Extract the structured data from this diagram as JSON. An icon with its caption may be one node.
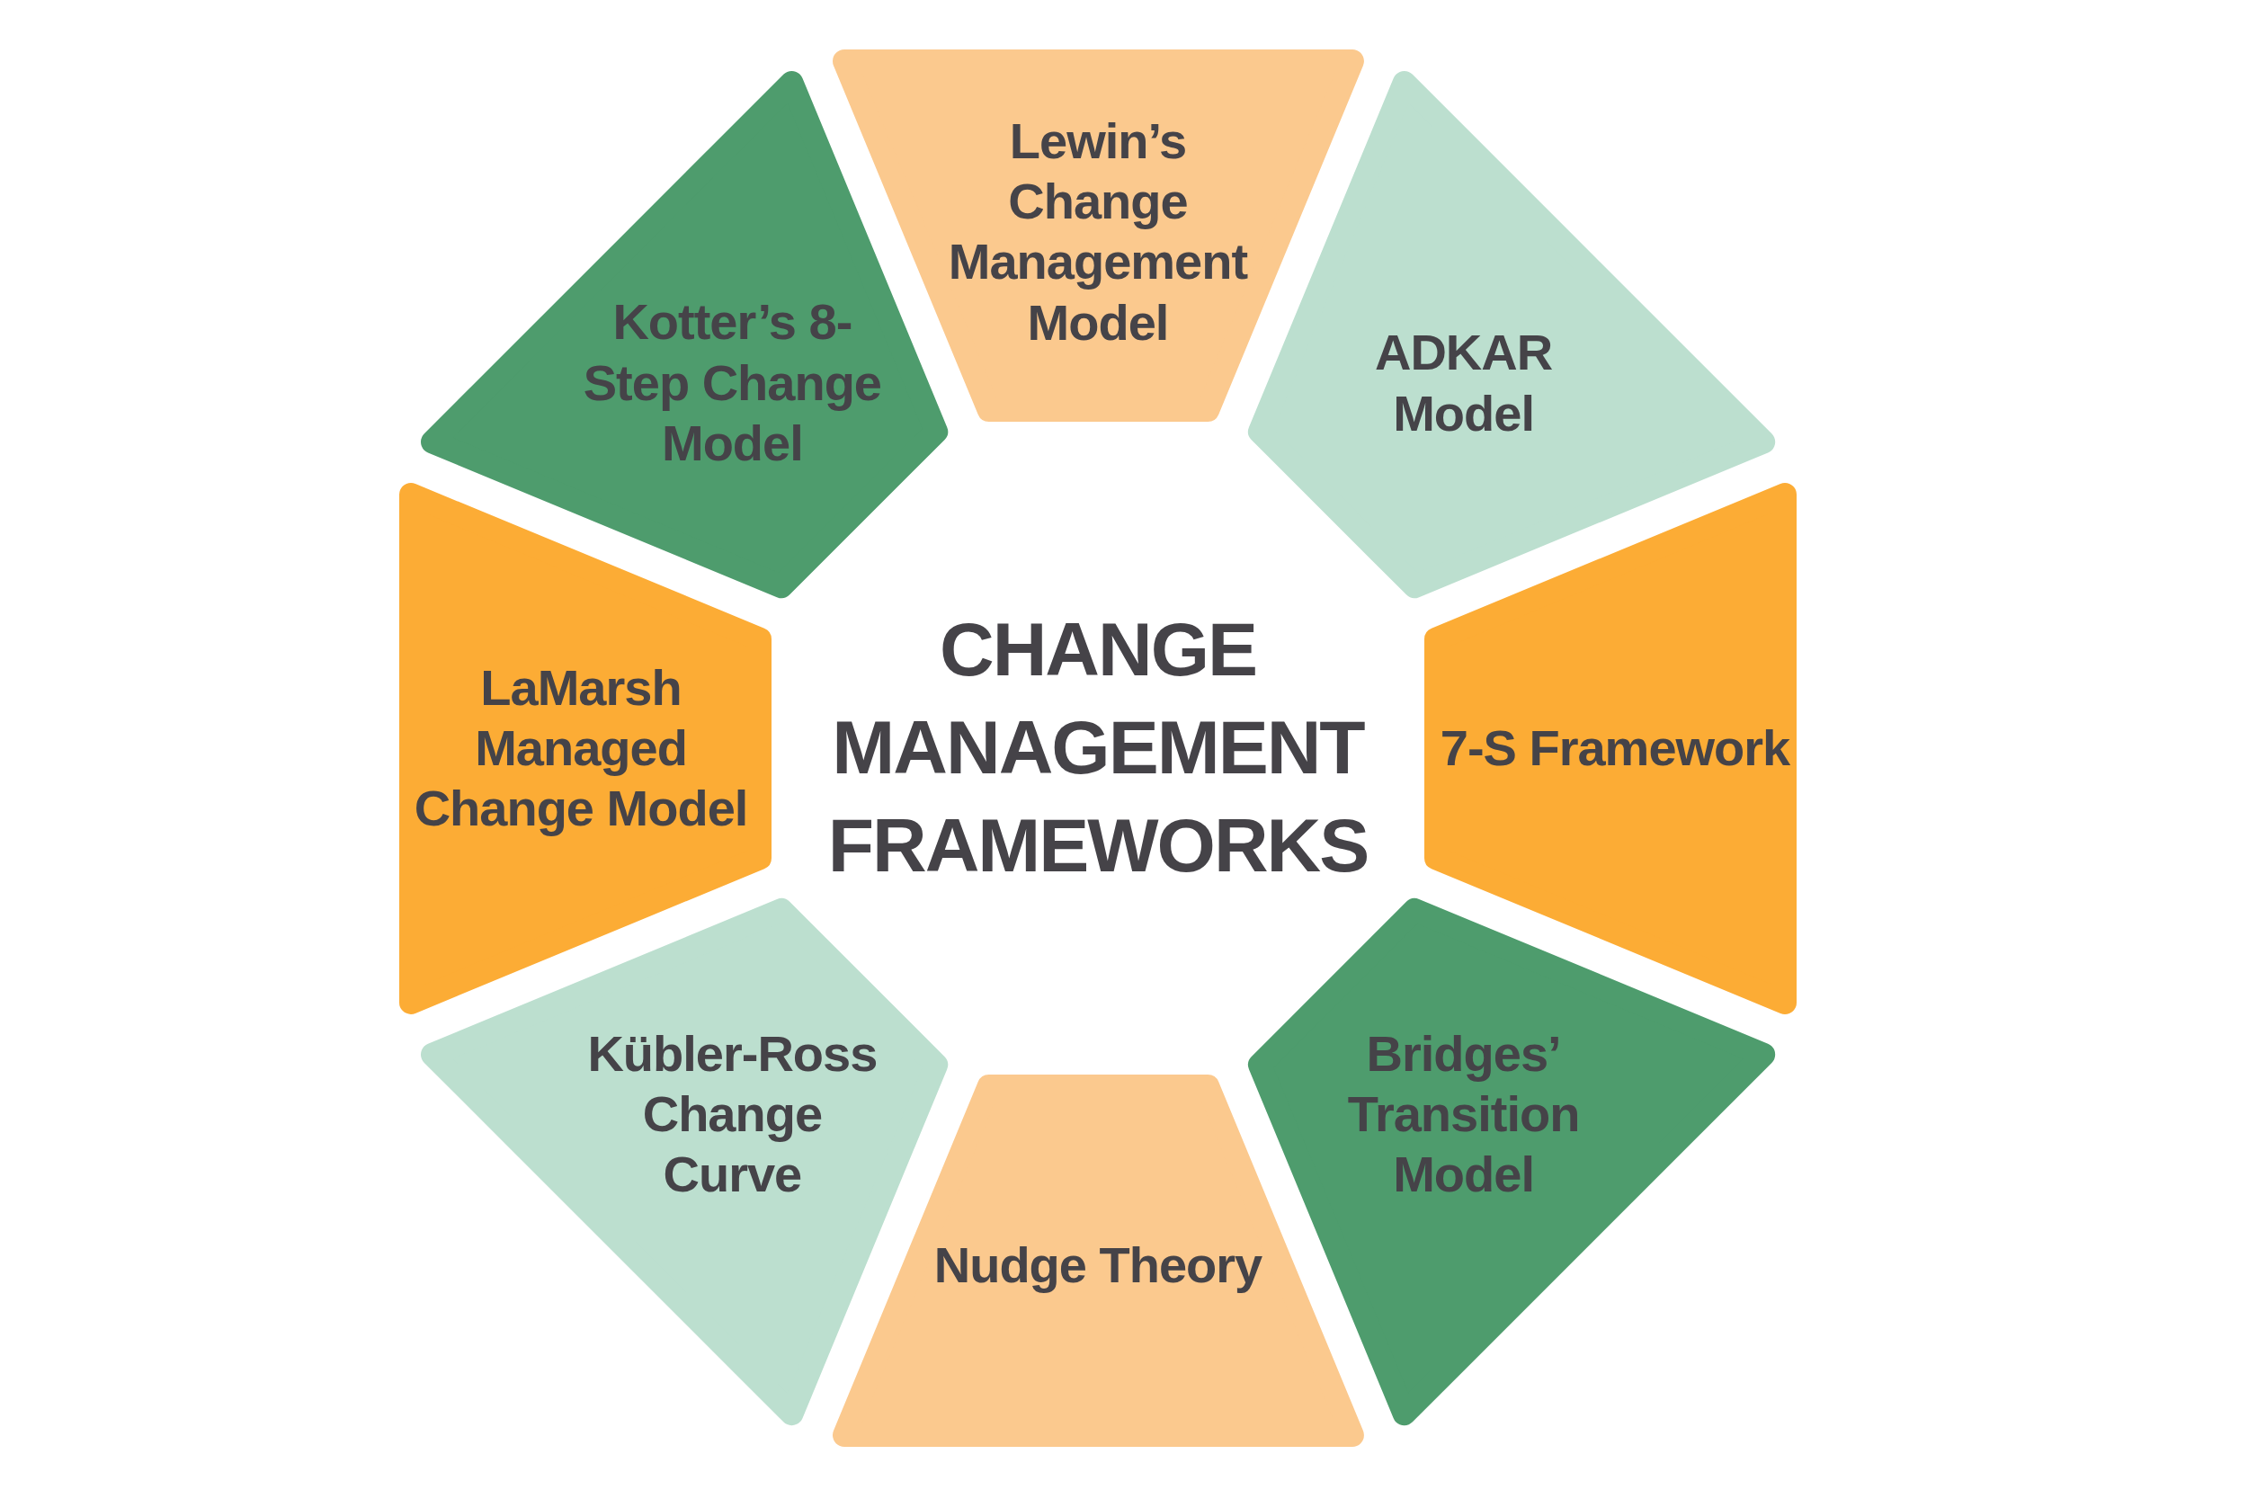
{
  "diagram": {
    "title": "CHANGE MANAGEMENT FRAMEWORKS",
    "nodes": [
      {
        "text": [
          "Lewin’s Change Management Model"
        ]
      },
      {
        "text": [
          "ADKAR Model"
        ]
      },
      {
        "text": [
          "7-S Framework"
        ]
      },
      {
        "text": [
          "Bridges’ Transition Model"
        ]
      },
      {
        "text": [
          "Nudge Theory"
        ]
      },
      {
        "text": [
          "Kübler-Ross Change Curve"
        ]
      },
      {
        "text": [
          "LaMarsh Managed Change Model"
        ]
      },
      {
        "text": [
          "Kotter’s 8-Step Change Model"
        ]
      }
    ]
  }
}
